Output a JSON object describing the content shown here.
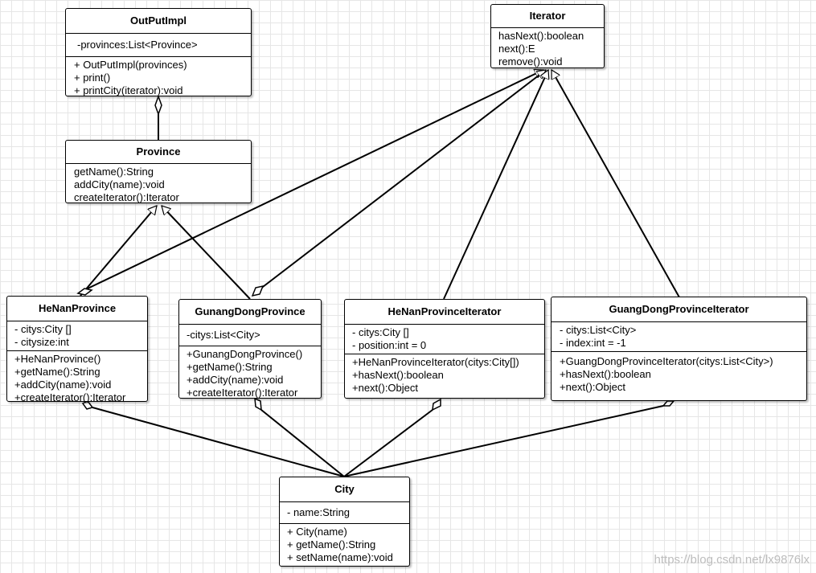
{
  "classes": {
    "outputimpl": {
      "name": "OutPutImpl",
      "attributes": [
        "-provinces:List<Province>"
      ],
      "methods": [
        "+ OutPutImpl(provinces)",
        "+ print()",
        "+ printCity(iterator):void"
      ]
    },
    "iterator": {
      "name": "Iterator",
      "methods": [
        "hasNext():boolean",
        "next():E",
        "remove():void"
      ]
    },
    "province": {
      "name": "Province",
      "methods": [
        "getName():String",
        "addCity(name):void",
        "createIterator():Iterator"
      ]
    },
    "henan": {
      "name": "HeNanProvince",
      "attributes": [
        "- citys:City []",
        "- citysize:int"
      ],
      "methods": [
        "+HeNanProvince()",
        "+getName():String",
        "+addCity(name):void",
        "+createIterator():Iterator"
      ]
    },
    "guangdong": {
      "name": "GunangDongProvince",
      "attributes": [
        "-citys:List<City>"
      ],
      "methods": [
        "+GunangDongProvince()",
        "+getName():String",
        "+addCity(name):void",
        "+createIterator():Iterator"
      ]
    },
    "henan_iter": {
      "name": "HeNanProvinceIterator",
      "attributes": [
        "- citys:City []",
        "- position:int = 0"
      ],
      "methods": [
        "+HeNanProvinceIterator(citys:City[])",
        "+hasNext():boolean",
        "+next():Object"
      ]
    },
    "gd_iter": {
      "name": "GuangDongProvinceIterator",
      "attributes": [
        "- citys:List<City>",
        "- index:int = -1"
      ],
      "methods": [
        "+GuangDongProvinceIterator(citys:List<City>)",
        "+hasNext():boolean",
        "+next():Object"
      ]
    },
    "city": {
      "name": "City",
      "attributes": [
        "- name:String"
      ],
      "methods": [
        "+ City(name)",
        "+ getName():String",
        "+ setName(name):void"
      ]
    }
  },
  "watermark": "https://blog.csdn.net/lx9876lx"
}
